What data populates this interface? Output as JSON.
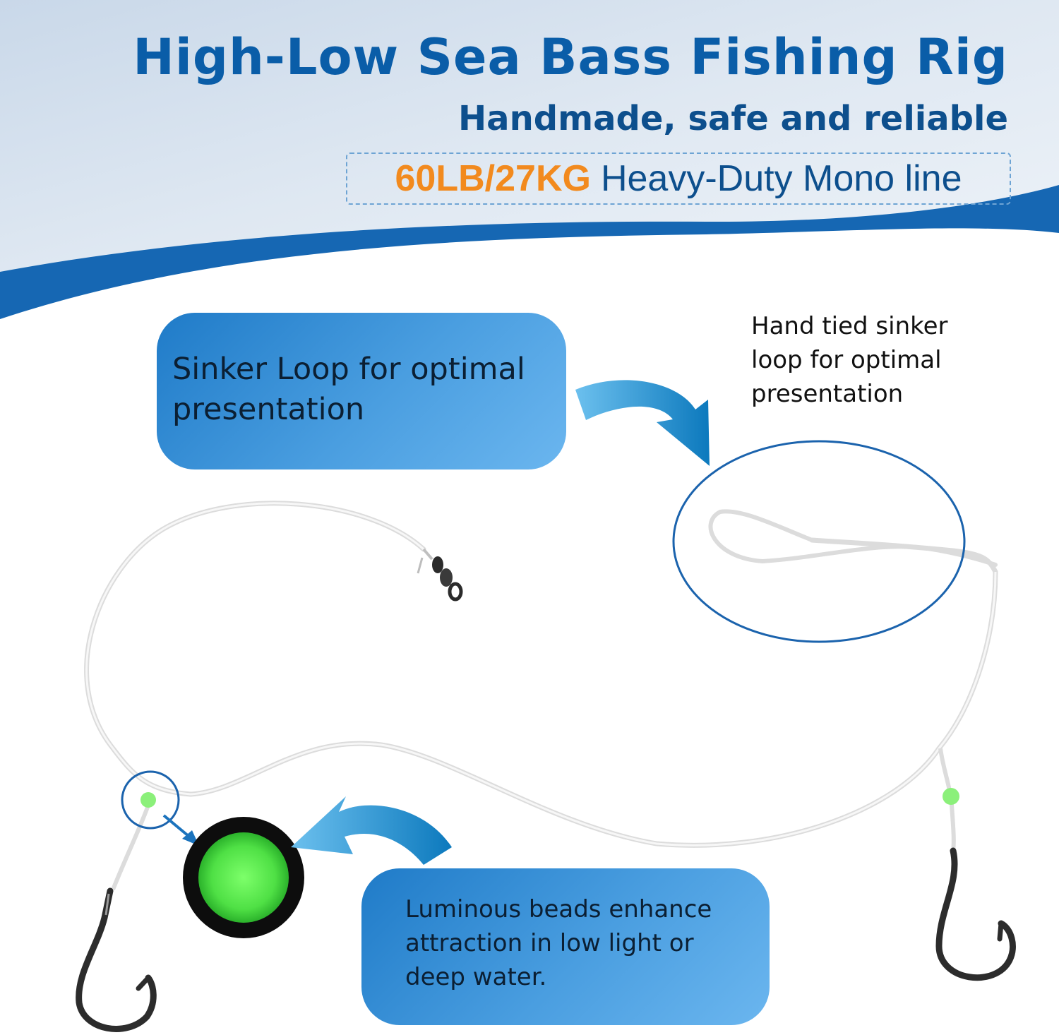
{
  "banner": {
    "title": "High-Low Sea Bass Fishing Rig",
    "subtitle": "Handmade, safe and reliable",
    "spec_highlight": "60LB/27KG",
    "spec_text": "Heavy-Duty Mono line"
  },
  "callouts": {
    "sinker_loop_bubble": "Sinker Loop for optimal presentation",
    "sinker_loop_note": "Hand tied sinker loop for optimal presentation",
    "bead_bubble": "Luminous beads enhance attraction in low light or deep water."
  },
  "colors": {
    "title_blue": "#0a5da8",
    "accent_orange": "#f28a1e",
    "wave_blue": "#1667b3",
    "bead_green": "#7dff6a"
  },
  "icons": [
    "curved-arrow-icon",
    "fishing-hook-icon",
    "swivel-icon",
    "glow-bead-icon"
  ]
}
